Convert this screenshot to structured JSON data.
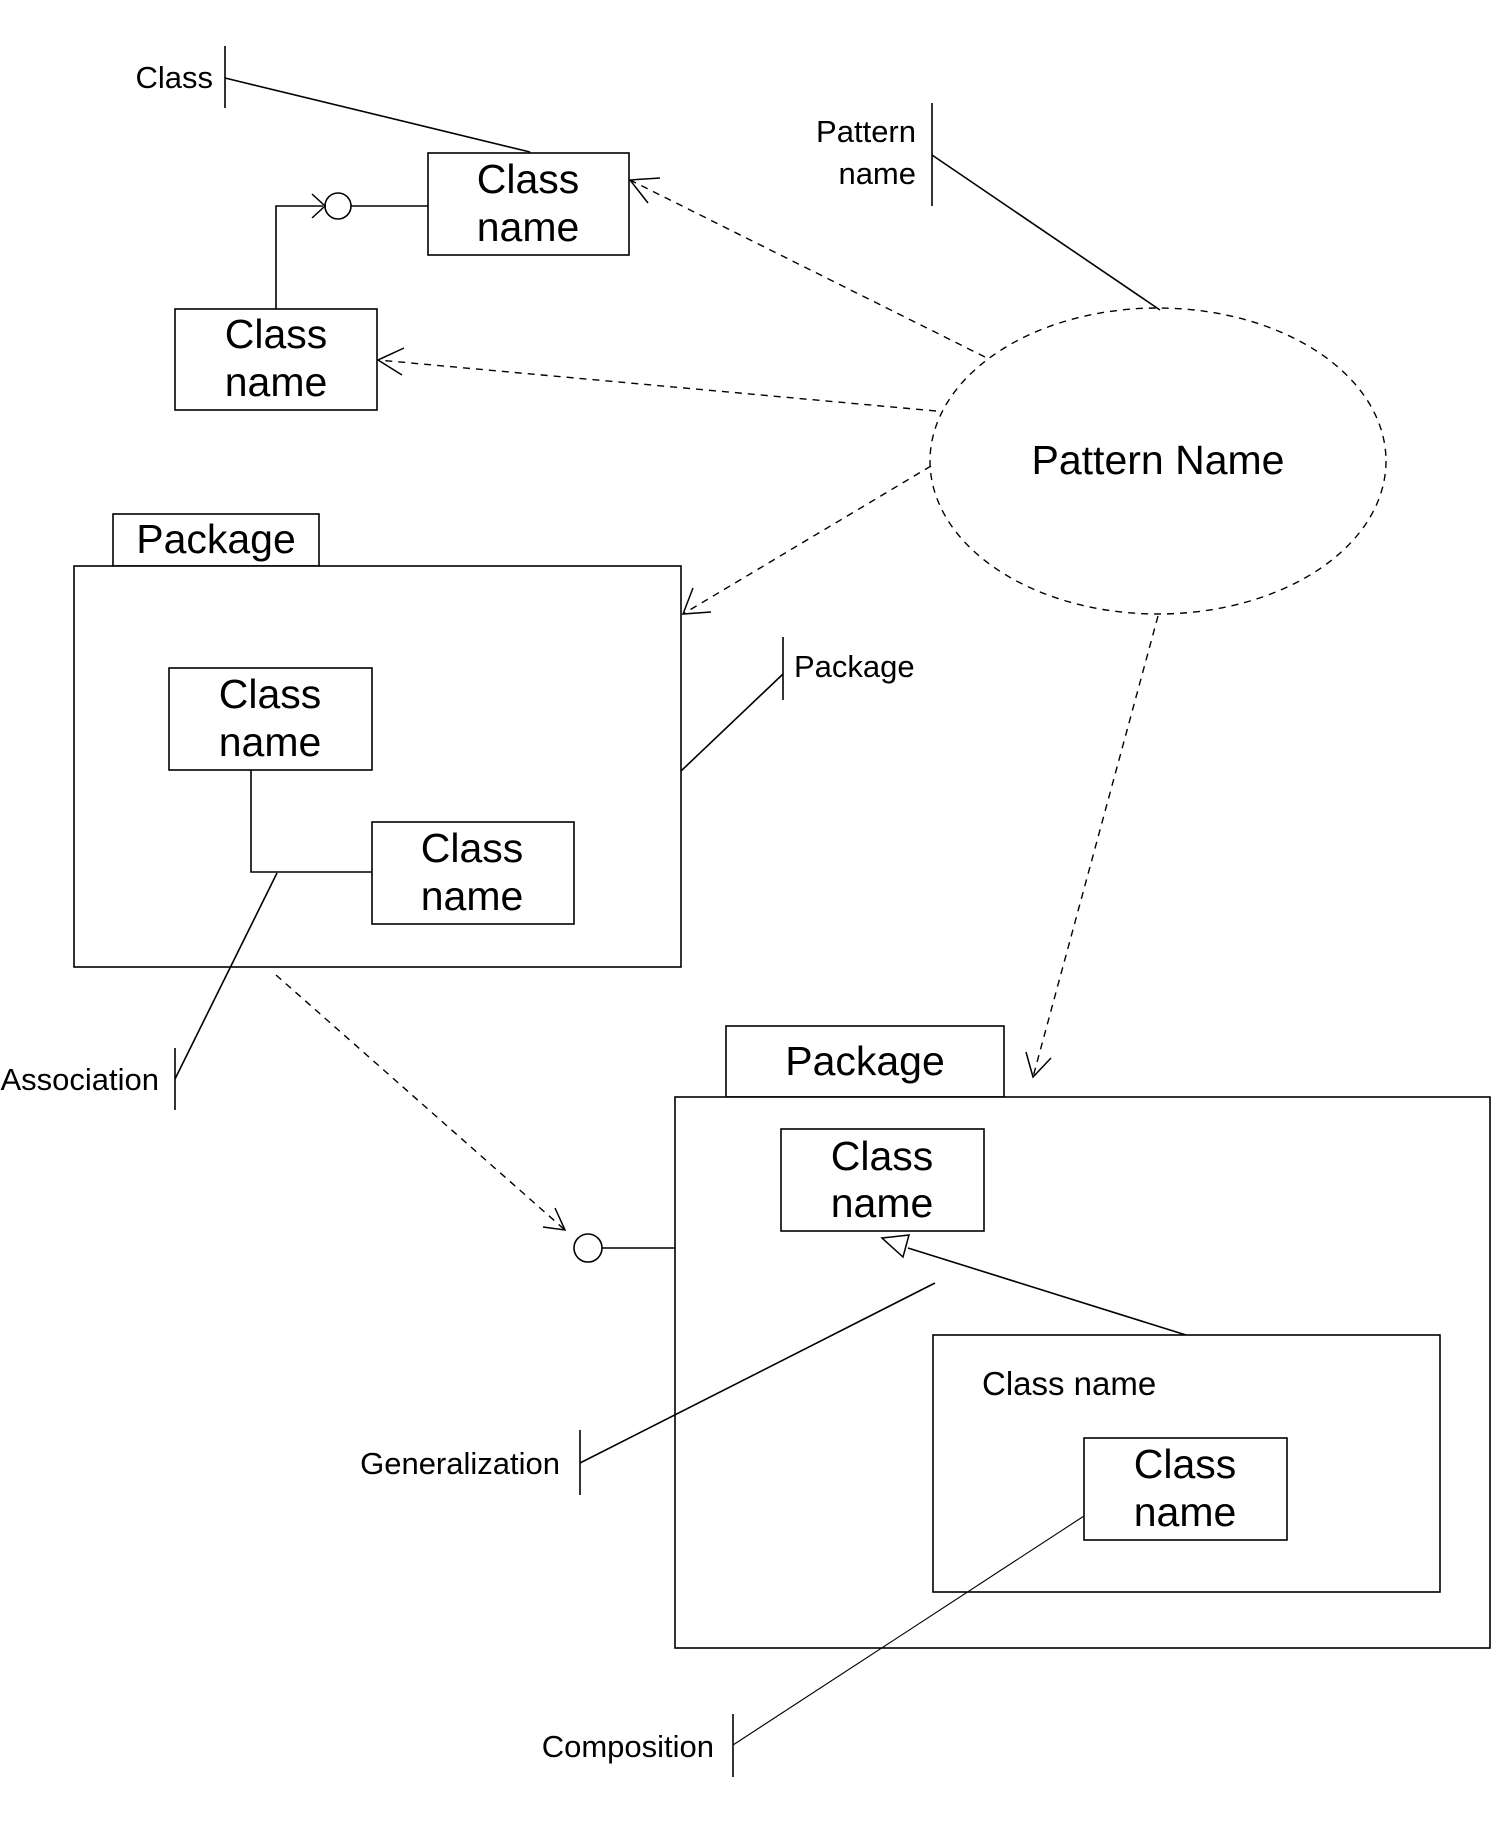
{
  "diagram": {
    "pattern": {
      "label": "Pattern Name"
    },
    "classes": {
      "top": [
        "Class",
        "name"
      ],
      "left": [
        "Class",
        "name"
      ],
      "pkg1_a": [
        "Class",
        "name"
      ],
      "pkg1_b": [
        "Class",
        "name"
      ],
      "pkg2_a": [
        "Class",
        "name"
      ],
      "pkg2_outer": "Class name",
      "pkg2_inner": [
        "Class",
        "name"
      ]
    },
    "packages": {
      "pkg1": "Package",
      "pkg2": "Package"
    },
    "callouts": {
      "class": "Class",
      "pattern_name": [
        "Pattern",
        "name"
      ],
      "package": "Package",
      "association": "Association",
      "generalization": "Generalization",
      "composition": "Composition"
    }
  }
}
